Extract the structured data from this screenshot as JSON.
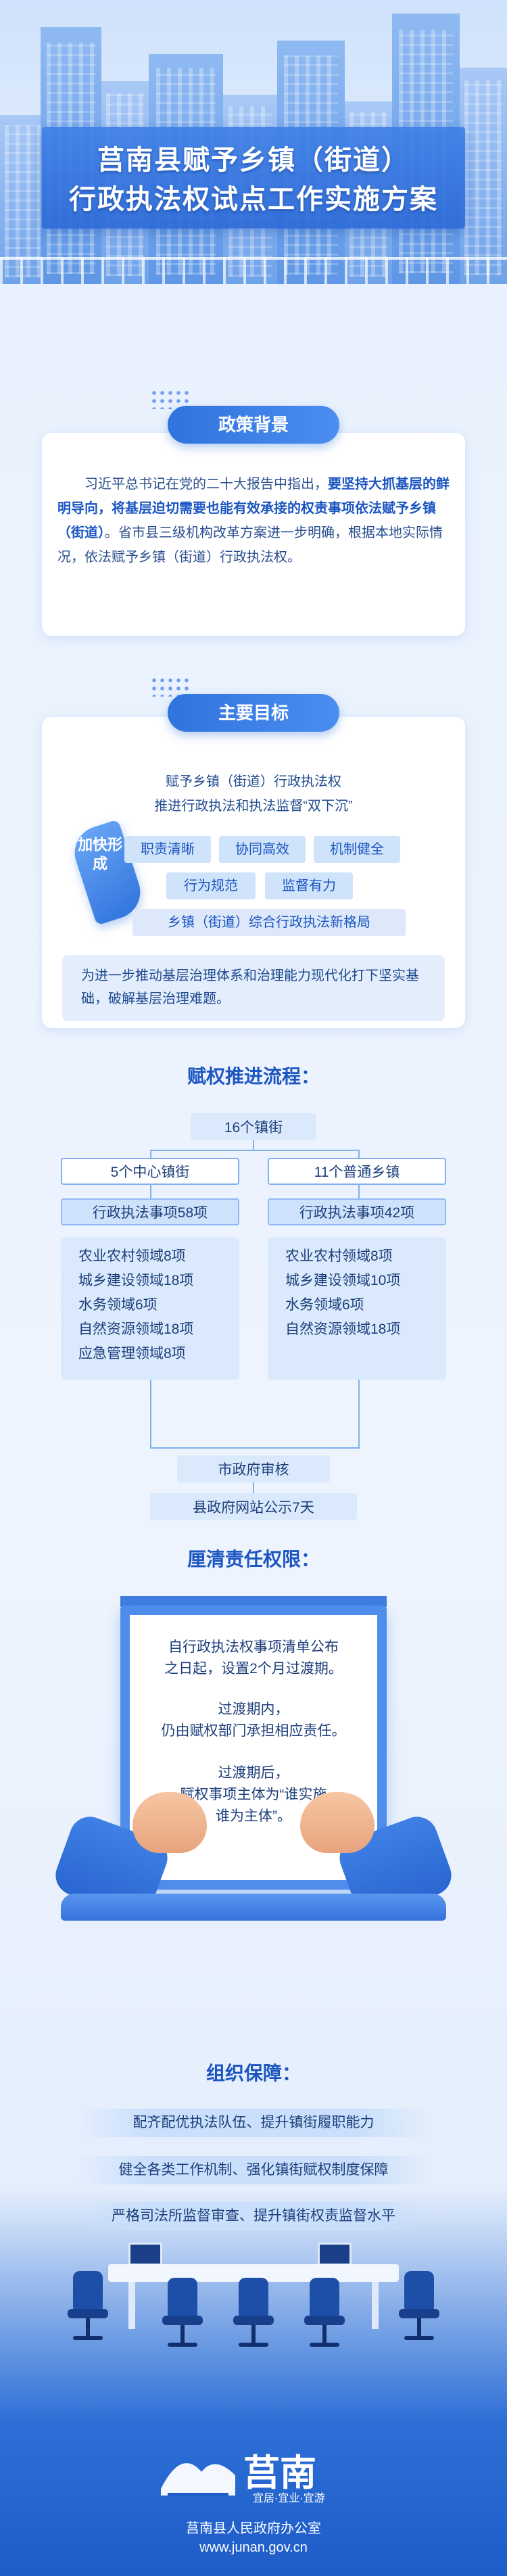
{
  "header": {
    "title_line1": "莒南县赋予乡镇（街道）",
    "title_line2": "行政执法权试点工作实施方案"
  },
  "policy": {
    "tag": "政策背景",
    "text_pre": "习近平总书记在党的二十大报告中指出，",
    "text_bold": "要坚持大抓基层的鲜明导向，将基层迫切需要也能有效承接的权责事项依法赋予乡镇（街道）",
    "text_post": "。省市县三级机构改革方案进一步明确，根据本地实际情况，依法赋予乡镇（街道）行政执法权。"
  },
  "targets": {
    "tag": "主要目标",
    "line1": "赋予乡镇（街道）行政执法权",
    "line2": "推进行政执法和执法监督“双下沉”",
    "badge": "加快形成",
    "pills_row1": [
      "职责清晰",
      "协同高效",
      "机制健全"
    ],
    "pills_row2": [
      "行为规范",
      "监督有力"
    ],
    "pill_wide": "乡镇（街道）综合行政执法新格局",
    "footer": "为进一步推动基层治理体系和治理能力现代化打下坚实基础，破解基层治理难题。"
  },
  "flow": {
    "title": "赋权推进流程：",
    "top": "16个镇街",
    "left_head": "5个中心镇街",
    "right_head": "11个普通乡镇",
    "left_count": "行政执法事项58项",
    "right_count": "行政执法事项42项",
    "left_items": [
      "农业农村领域8项",
      "城乡建设领域18项",
      "水务领域6项",
      "自然资源领域18项",
      "应急管理领域8项"
    ],
    "right_items": [
      "农业农村领域8项",
      "城乡建设领域10项",
      "水务领域6项",
      "自然资源领域18项"
    ],
    "review": "市政府审核",
    "publish": "县政府网站公示7天"
  },
  "responsibility": {
    "title": "厘清责任权限：",
    "p1_l1": "自行政执法权事项清单公布",
    "p1_l2": "之日起，设置2个月过渡期。",
    "p2_l1": "过渡期内，",
    "p2_l2": "仍由赋权部门承担相应责任。",
    "p3_l1": "过渡期后，",
    "p3_l2": "赋权事项主体为“谁实施",
    "p3_l3": "谁为主体”。"
  },
  "guarantee": {
    "title": "组织保障：",
    "items": [
      "配齐配优执法队伍、提升镇街履职能力",
      "健全各类工作机制、强化镇街赋权制度保障",
      "严格司法所监督审查、提升镇街权责监督水平"
    ]
  },
  "footer": {
    "logo_main": "莒南",
    "logo_sub": "宜居·宜业·宜游",
    "org": "莒南县人民政府办公室",
    "url": "www.junan.gov.cn"
  },
  "colors": {
    "primary": "#2f73dd",
    "accent": "#1b55c2",
    "light": "#dbe9fc"
  }
}
